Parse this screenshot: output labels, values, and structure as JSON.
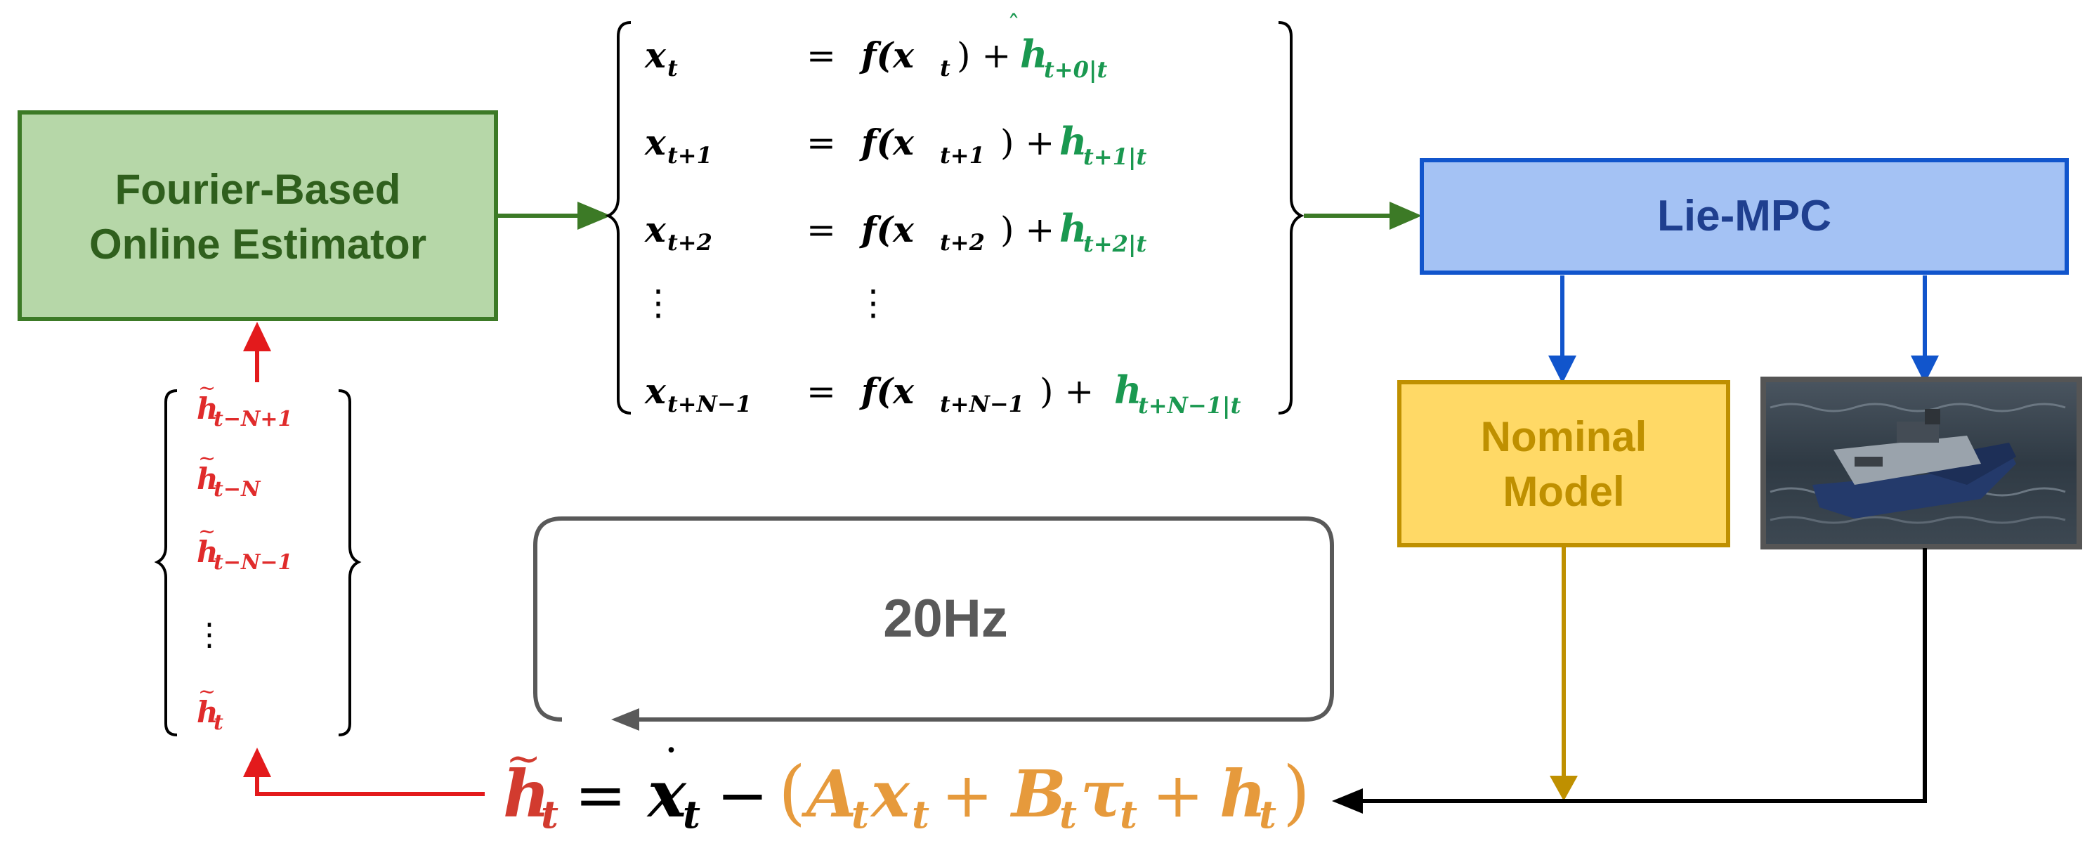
{
  "blocks": {
    "estimator": {
      "line1": "Fourier-Based",
      "line2": "Online Estimator",
      "fill": "#b6d7a8",
      "stroke": "#3c7a26",
      "text_color": "#2f5f1d"
    },
    "mpc": {
      "label": "Lie-MPC",
      "fill": "#a4c2f4",
      "stroke": "#1155cc",
      "text_color": "#1f3f8f"
    },
    "nominal": {
      "line1": "Nominal",
      "line2": "Model",
      "fill": "#ffd966",
      "stroke": "#bf9000",
      "text_color": "#bf9000"
    },
    "loop": {
      "label": "20Hz",
      "stroke": "#595959",
      "text_color": "#595959"
    }
  },
  "photo": {
    "description_icon": "boat-photo-icon",
    "frame": "#555555"
  },
  "prediction_equations": {
    "lhs": [
      "x",
      "x",
      "x",
      "⋮",
      "x"
    ],
    "lhs_sub": [
      "t",
      "t+1",
      "t+2",
      "",
      "t+N−1"
    ],
    "eq": [
      "=",
      "=",
      "=",
      "⋮",
      "="
    ],
    "f_arg_sub": [
      "t",
      "t+1",
      "t+2",
      "",
      "t+N−1"
    ],
    "h_sub": [
      "t+0|t",
      "t+1|t",
      "t+2|t",
      "",
      "t+N−1|t"
    ],
    "h_color": "#1a9850"
  },
  "residual_buffer": {
    "subs": [
      "t−N+1",
      "t−N",
      "t−N−1",
      "⋮",
      "t"
    ],
    "color": "#e02b2b"
  },
  "residual_equation": {
    "h_tilde": "h",
    "h_sub": "t",
    "equals": "=",
    "xdot": "x",
    "xdot_sub": "t",
    "minus": "−",
    "open_paren": "(",
    "A": "A",
    "A_sub": "t",
    "Ax": "x",
    "Ax_sub": "t",
    "plus1": "+",
    "B": "B",
    "B_sub": "t",
    "tau": "τ",
    "tau_sub": "t",
    "plus2": "+",
    "h": "h",
    "h2_sub": "t",
    "close_paren": ")",
    "h_color": "#d23b2f",
    "paren_color": "#e69a3c"
  },
  "arrow_colors": {
    "green": "#3c7a26",
    "blue": "#1155cc",
    "gold": "#bf9000",
    "black": "#000000",
    "red": "#e31a1c",
    "gray": "#595959"
  }
}
